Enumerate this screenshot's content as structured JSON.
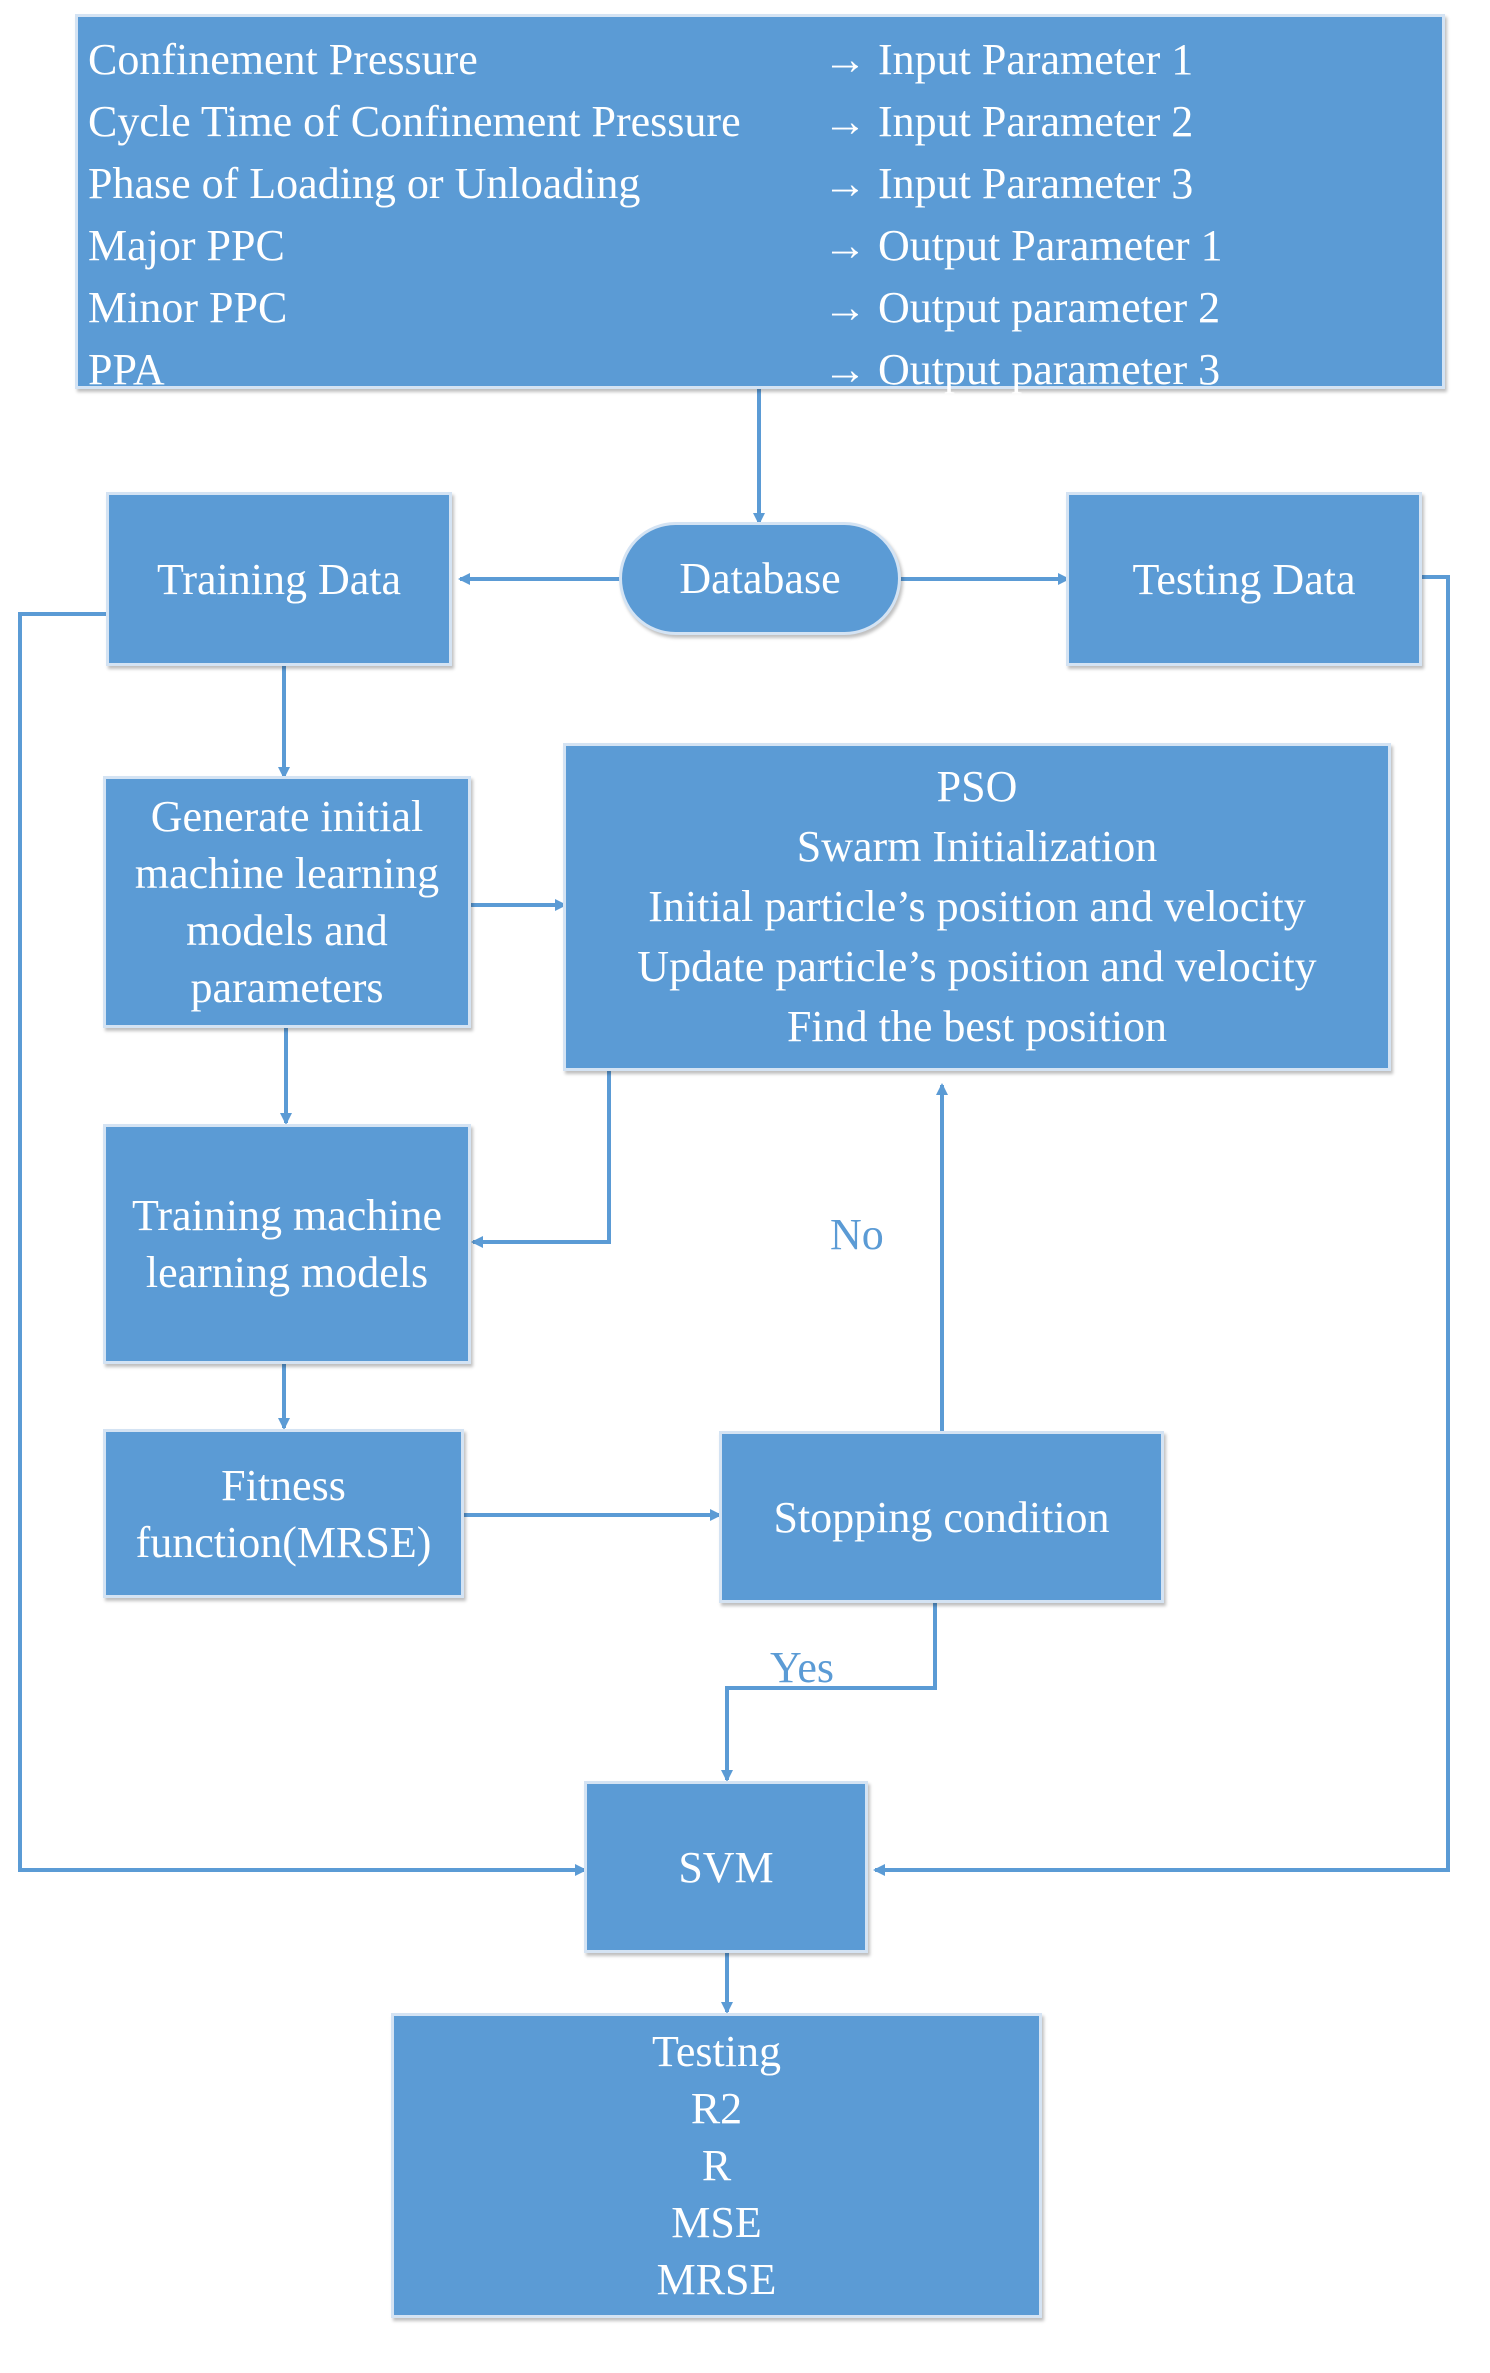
{
  "header_box": {
    "rows": [
      {
        "left": "Confinement Pressure",
        "right": "→ Input Parameter 1"
      },
      {
        "left": "Cycle Time of Confinement Pressure",
        "right": "→ Input Parameter 2"
      },
      {
        "left": "Phase of Loading or Unloading",
        "right": "→ Input Parameter 3"
      },
      {
        "left": "Major PPC",
        "right": "→ Output Parameter 1"
      },
      {
        "left": "Minor PPC",
        "right": "→ Output parameter 2"
      },
      {
        "left": "PPA",
        "right": "→ Output parameter 3"
      }
    ]
  },
  "database": "Database",
  "training_data": "Training Data",
  "testing_data": "Testing Data",
  "generate_models": [
    "Generate initial",
    "machine learning",
    "models and",
    "parameters"
  ],
  "pso": [
    "PSO",
    "Swarm Initialization",
    "Initial particle’s position and velocity",
    "Update particle’s position and velocity",
    "Find the best position"
  ],
  "training_models": [
    "Training machine",
    "learning models"
  ],
  "fitness": [
    "Fitness",
    "function(MRSE)"
  ],
  "stopping": "Stopping condition",
  "label_no": "No",
  "label_yes": "Yes",
  "svm": "SVM",
  "testing": [
    "Testing",
    "R2",
    "R",
    "MSE",
    "MRSE"
  ],
  "colors": {
    "box_fill": "#5b9bd5",
    "box_border": "#d4e3f3",
    "text": "#ffffff",
    "edge": "#5b9bd5"
  }
}
